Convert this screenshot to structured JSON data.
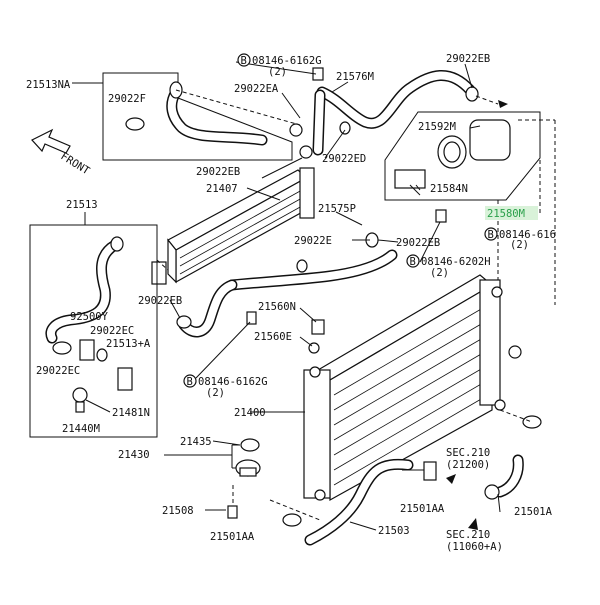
{
  "diagram": {
    "front_label": "FRONT",
    "colors": {
      "line": "#111111",
      "highlight": "#2aa04a",
      "highlight_bg": "#d9f2d9"
    },
    "labels": [
      {
        "id": "21513NA",
        "text": "21513NA"
      },
      {
        "id": "29022F",
        "text": "29022F"
      },
      {
        "id": "bolt1_code",
        "text": "08146-6162G"
      },
      {
        "id": "bolt1_qty",
        "text": "(2)"
      },
      {
        "id": "29022EB_top",
        "text": "29022EB"
      },
      {
        "id": "29022EA",
        "text": "29022EA"
      },
      {
        "id": "21576M",
        "text": "21576M"
      },
      {
        "id": "21592M",
        "text": "21592M"
      },
      {
        "id": "29022EB_mid",
        "text": "29022EB"
      },
      {
        "id": "29022ED",
        "text": "29022ED"
      },
      {
        "id": "21407",
        "text": "21407"
      },
      {
        "id": "21584N",
        "text": "21584N"
      },
      {
        "id": "21513",
        "text": "21513"
      },
      {
        "id": "21575P",
        "text": "21575P"
      },
      {
        "id": "21580M",
        "text": "21580M",
        "highlight": true
      },
      {
        "id": "29022E",
        "text": "29022E"
      },
      {
        "id": "29022EB_r",
        "text": "29022EB"
      },
      {
        "id": "bolt2_code",
        "text": "08146-616"
      },
      {
        "id": "bolt2_qty",
        "text": "(2)"
      },
      {
        "id": "bolt3_code",
        "text": "08146-6202H"
      },
      {
        "id": "bolt3_qty",
        "text": "(2)"
      },
      {
        "id": "29022EB_l",
        "text": "29022EB"
      },
      {
        "id": "21560N",
        "text": "21560N"
      },
      {
        "id": "92500Y",
        "text": "92500Y"
      },
      {
        "id": "29022EC_a",
        "text": "29022EC"
      },
      {
        "id": "21513A",
        "text": "21513+A"
      },
      {
        "id": "21560E",
        "text": "21560E"
      },
      {
        "id": "29022EC_b",
        "text": "29022EC"
      },
      {
        "id": "bolt4_code",
        "text": "08146-6162G"
      },
      {
        "id": "bolt4_qty",
        "text": "(2)"
      },
      {
        "id": "21481N",
        "text": "21481N"
      },
      {
        "id": "21400",
        "text": "21400"
      },
      {
        "id": "21440M",
        "text": "21440M"
      },
      {
        "id": "21435",
        "text": "21435"
      },
      {
        "id": "21430",
        "text": "21430"
      },
      {
        "id": "sec210a",
        "text": "SEC.210"
      },
      {
        "id": "sec210a_ref",
        "text": "(21200)"
      },
      {
        "id": "21501AA_r",
        "text": "21501AA"
      },
      {
        "id": "21501A",
        "text": "21501A"
      },
      {
        "id": "21508",
        "text": "21508"
      },
      {
        "id": "21503",
        "text": "21503"
      },
      {
        "id": "21501AA_l",
        "text": "21501AA"
      },
      {
        "id": "sec210b",
        "text": "SEC.210"
      },
      {
        "id": "sec210b_ref",
        "text": "(11060+A)"
      }
    ]
  }
}
